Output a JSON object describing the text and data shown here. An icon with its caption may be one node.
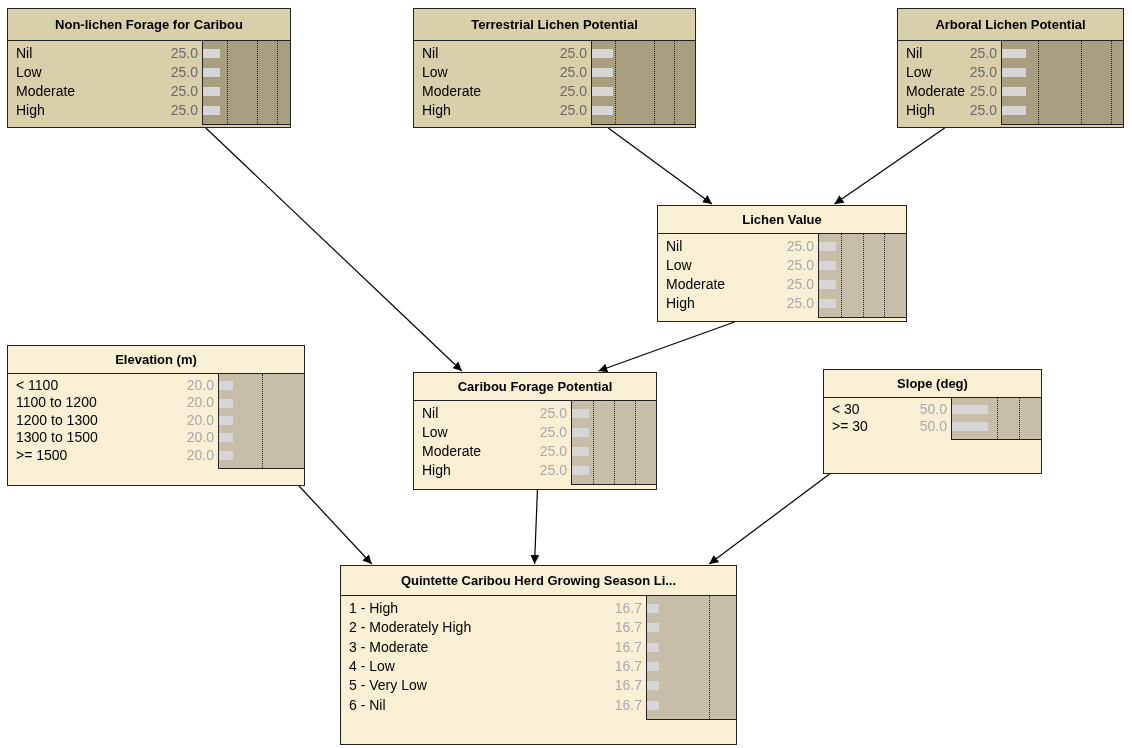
{
  "diagram": {
    "nodes": [
      {
        "text": [
          "Non-lichen Forage for Caribou",
          "Nil",
          "25.0",
          "Low",
          "25.0",
          "Moderate",
          "25.0",
          "High",
          "25.0"
        ]
      },
      {
        "text": [
          "Terrestrial Lichen Potential",
          "Nil",
          "25.0",
          "Low",
          "25.0",
          "Moderate",
          "25.0",
          "High",
          "25.0"
        ]
      },
      {
        "text": [
          "Arboral Lichen Potential",
          "Nil",
          "25.0",
          "Low",
          "25.0",
          "Moderate",
          "25.0",
          "High",
          "25.0"
        ]
      },
      {
        "text": [
          "Lichen Value",
          "Nil",
          "25.0",
          "Low",
          "25.0",
          "Moderate",
          "25.0",
          "High",
          "25.0"
        ]
      },
      {
        "text": [
          "Elevation (m)",
          "< 1100",
          "20.0",
          "1100 to 1200",
          "20.0",
          "1200 to 1300",
          "20.0",
          "1300 to 1500",
          "20.0",
          ">= 1500",
          "20.0"
        ]
      },
      {
        "text": [
          "Caribou Forage Potential",
          "Nil",
          "25.0",
          "Low",
          "25.0",
          "Moderate",
          "25.0",
          "High",
          "25.0"
        ]
      },
      {
        "text": [
          "Slope (deg)",
          "< 30",
          "50.0",
          ">= 30",
          "50.0"
        ]
      },
      {
        "text": [
          "Quintette Caribou Herd Growing Season Li...",
          "1 - High",
          "16.7",
          "2 - Moderately High",
          "16.7",
          "3 - Moderate",
          "16.7",
          "4 - Low",
          "16.7",
          "5 - Very Low",
          "16.7",
          "6 - Nil",
          "16.7"
        ]
      }
    ],
    "edges": [
      {
        "from": 0,
        "to": 5,
        "arrow": "to"
      },
      {
        "from": 1,
        "to": 3,
        "arrow": "to"
      },
      {
        "from": 2,
        "to": 3,
        "arrow": "to"
      },
      {
        "from": 3,
        "to": 5,
        "arrow": "to"
      },
      {
        "from": 4,
        "to": 7,
        "arrow": "to"
      },
      {
        "from": 5,
        "to": 7,
        "arrow": "to"
      },
      {
        "from": 6,
        "to": 7,
        "arrow": "to"
      }
    ]
  }
}
